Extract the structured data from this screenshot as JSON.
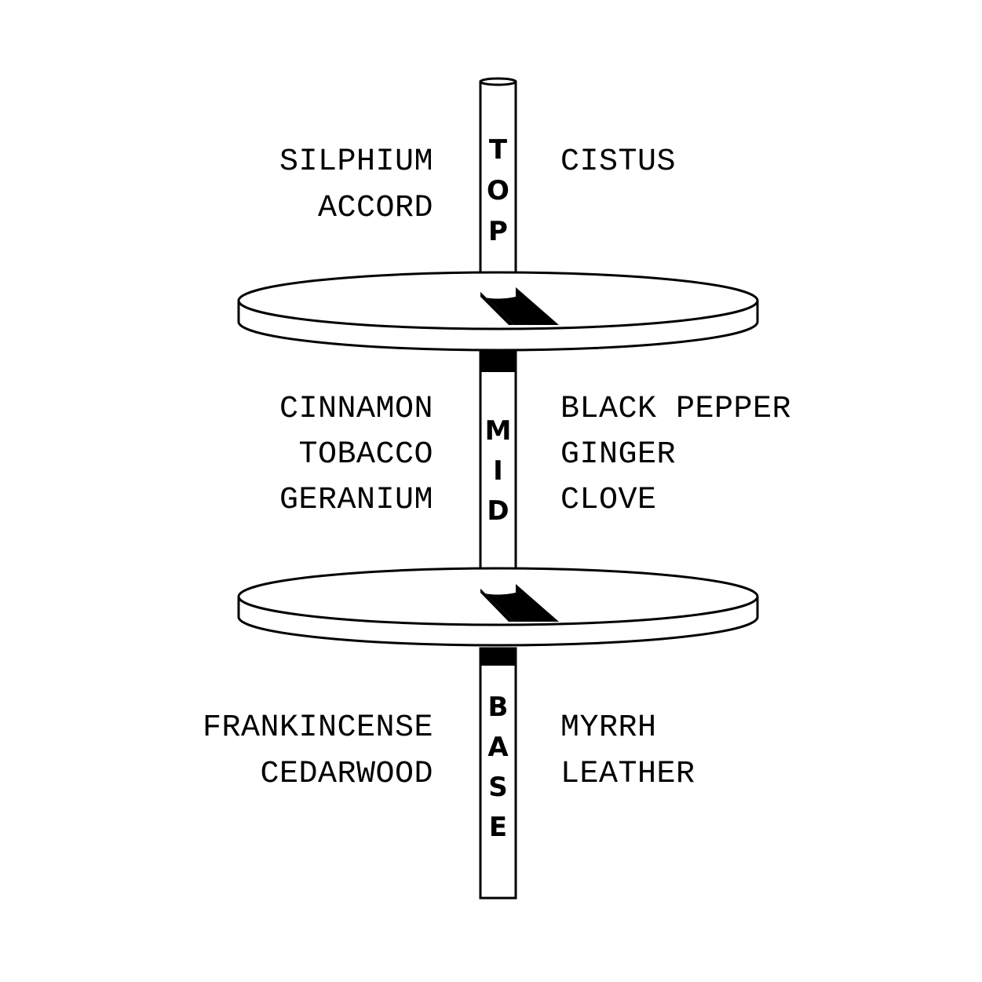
{
  "colors": {
    "ink": "#000000",
    "paper": "#ffffff"
  },
  "tiers": [
    {
      "label": "TOP",
      "left_notes": [
        "SILPHIUM",
        "ACCORD"
      ],
      "right_notes": [
        "CISTUS"
      ]
    },
    {
      "label": "MID",
      "left_notes": [
        "CINNAMON",
        "TOBACCO",
        "GERANIUM"
      ],
      "right_notes": [
        "BLACK PEPPER",
        "GINGER",
        "CLOVE"
      ]
    },
    {
      "label": "BASE",
      "left_notes": [
        "FRANKINCENSE",
        "CEDARWOOD"
      ],
      "right_notes": [
        "MYRRH",
        "LEATHER"
      ]
    }
  ]
}
